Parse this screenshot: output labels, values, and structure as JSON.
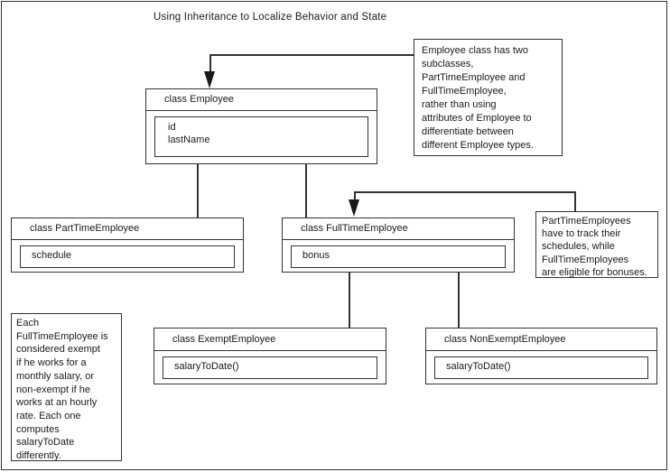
{
  "title": "Using Inheritance to Localize Behavior and State",
  "colors": {
    "line": "#333333",
    "text": "#1a1a1a",
    "background": "#ffffff"
  },
  "classes": [
    {
      "name": "class Employee",
      "attributes": [
        "id",
        "lastName"
      ]
    },
    {
      "name": "class PartTimeEmployee",
      "attributes": [
        "schedule"
      ]
    },
    {
      "name": "class FullTimeEmployee",
      "attributes": [
        "bonus"
      ]
    },
    {
      "name": "class ExemptEmployee",
      "attributes": [
        "salaryToDate()"
      ]
    },
    {
      "name": "class NonExemptEmployee",
      "attributes": [
        "salaryToDate()"
      ]
    }
  ],
  "notes": [
    {
      "text": "Employee class has two\nsubclasses,\nPartTimeEmployee and\nFullTimeEmployee,\nrather than using\nattributes of Employee to\ndifferentiate between\ndifferent Employee types."
    },
    {
      "text": "PartTimeEmployees\nhave to track their\nschedules, while\nFullTimeEmployees\nare eligible for bonuses."
    },
    {
      "text": "Each\nFullTimeEmployee is\nconsidered exempt\nif he works for a\nmonthly salary, or\nnon-exempt if he\nworks at an hourly\nrate. Each one\ncomputes\nsalaryToDate\ndifferently."
    }
  ]
}
